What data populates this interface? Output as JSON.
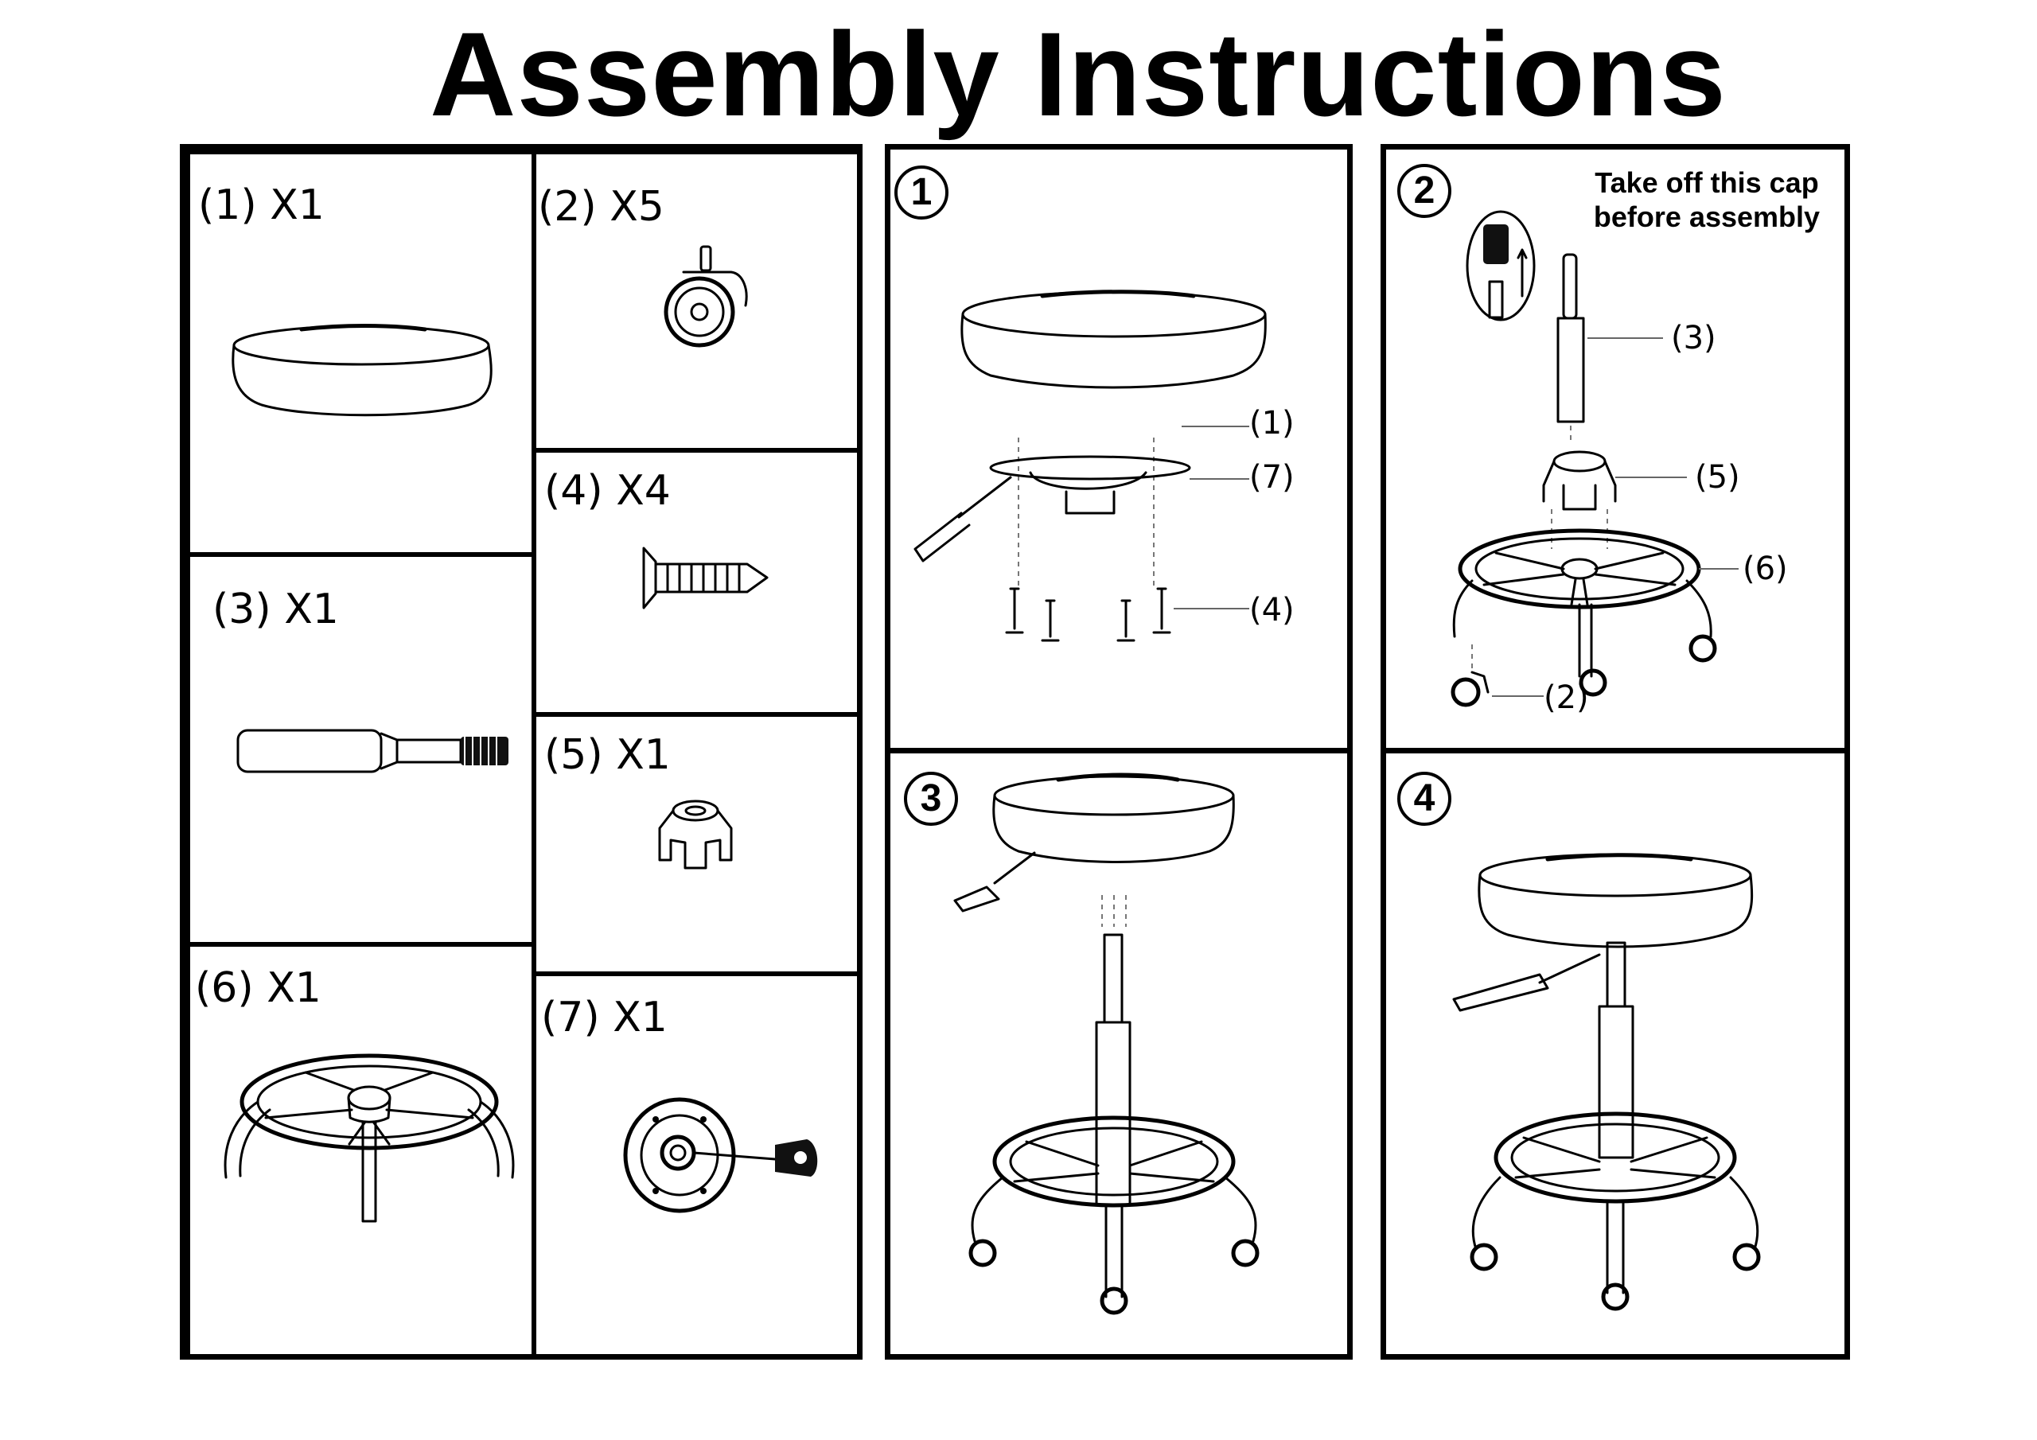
{
  "title": "Assembly Instructions",
  "parts": [
    {
      "id": "1",
      "label": "(1) X1"
    },
    {
      "id": "2",
      "label": "(2) X5"
    },
    {
      "id": "3",
      "label": "(3) X1"
    },
    {
      "id": "4",
      "label": "(4) X4"
    },
    {
      "id": "5",
      "label": "(5) X1"
    },
    {
      "id": "6",
      "label": "(6) X1"
    },
    {
      "id": "7",
      "label": "(7) X1"
    }
  ],
  "steps": [
    {
      "number": "1",
      "callouts": [
        "(1)",
        "(7)",
        "(4)"
      ]
    },
    {
      "number": "2",
      "note_line1": "Take off this cap",
      "note_line2": "before assembly",
      "callouts": [
        "(3)",
        "(5)",
        "(6)",
        "(2)"
      ]
    },
    {
      "number": "3"
    },
    {
      "number": "4"
    }
  ],
  "colors": {
    "ink": "#000000",
    "paper": "#ffffff",
    "leader": "#666666"
  }
}
